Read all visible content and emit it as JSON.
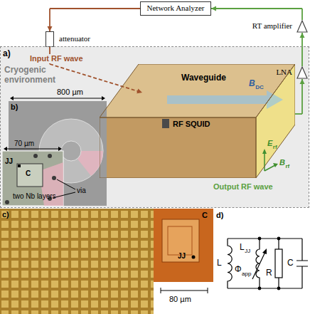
{
  "diagram": {
    "nodes": [
      {
        "text": [
          "Network Analyzer"
        ]
      },
      {
        "text": [
          "attenuator"
        ]
      },
      {
        "text": [
          "RT amplifier"
        ]
      },
      {
        "text": [
          "LNA"
        ]
      },
      {
        "text": [
          "a)",
          "Cryogenic environment"
        ]
      },
      {
        "text": [
          "Waveguide"
        ],
        "in": 4
      }
    ],
    "edges": [
      {
        "from": 0,
        "to": 1,
        "arrow": "to"
      },
      {
        "from": 1,
        "to": 5,
        "label": "Input RF wave",
        "arrow": "to"
      },
      {
        "from": 5,
        "to": 3,
        "label": "Output RF wave",
        "arrow": "to"
      },
      {
        "from": 3,
        "to": 2,
        "arrow": "to"
      },
      {
        "from": 2,
        "to": 0,
        "arrow": "to"
      }
    ],
    "labels": [
      "RF SQUID",
      "B",
      "DC",
      "E",
      "rf",
      "B",
      "rf",
      "b)",
      "800 µm",
      "70 µm",
      "JJ",
      "C",
      "via",
      "two Nb layers",
      "c)",
      "C",
      "JJ",
      "80 µm",
      "d)",
      "L",
      "Φ",
      "app",
      "L",
      "JJ",
      "R",
      "C"
    ]
  }
}
